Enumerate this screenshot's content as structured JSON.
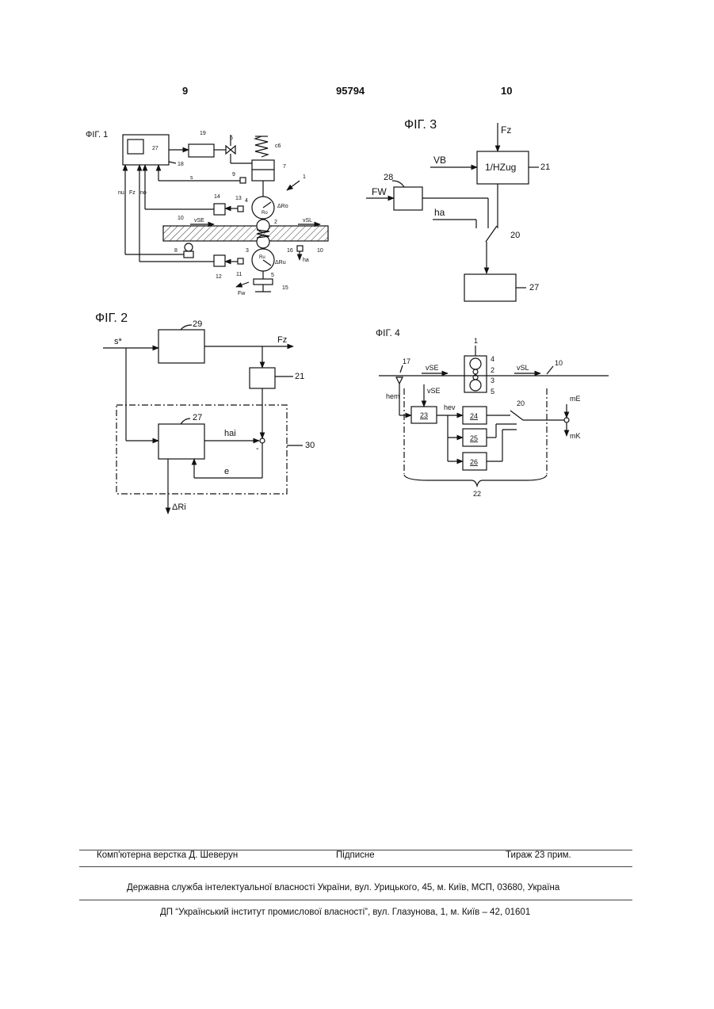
{
  "header": {
    "left_page": "9",
    "patent_number": "95794",
    "right_page": "10"
  },
  "figures": {
    "fig1": {
      "title": "ФІГ. 1",
      "labels": [
        "27",
        "19",
        "6",
        "c6",
        "18",
        "7",
        "9",
        "s",
        "1",
        "14",
        "13",
        "4",
        "ΔRo",
        "Ro",
        "nu",
        "Fz",
        "no",
        "10",
        "vSE",
        "2",
        "vSL",
        "8",
        "3",
        "16",
        "ha",
        "10",
        "Ru",
        "ΔRu",
        "12",
        "11",
        "5",
        "Fw",
        "15"
      ]
    },
    "fig2": {
      "title": "ФІГ. 2",
      "labels": {
        "input": "s*",
        "block_top": "29",
        "output": "Fz",
        "block_21": "21",
        "block_27": "27",
        "hai": "hai",
        "minus": "-",
        "e": "e",
        "loop": "30",
        "out": "ΔRi"
      }
    },
    "fig3": {
      "title": "ФІГ. 3",
      "labels": {
        "fz": "Fz",
        "vb": "VB",
        "block": "1/HZug",
        "block_num": "21",
        "block_28": "28",
        "fw": "FW",
        "ha": "ha",
        "switch": "20",
        "block_27": "27"
      }
    },
    "fig4": {
      "title": "ФІГ. 4",
      "labels": {
        "n1": "1",
        "n17": "17",
        "vse": "vSE",
        "vsl": "vSL",
        "n10": "10",
        "n4": "4",
        "n2": "2",
        "n3": "3",
        "n5": "5",
        "hem": "hem",
        "vse2": "vSE",
        "b23": "23",
        "hev": "hev",
        "b24": "24",
        "n20": "20",
        "me": "mE",
        "mk": "mK",
        "b25": "25",
        "b26": "26",
        "n22": "22"
      }
    }
  },
  "footer": {
    "typesetter": "Комп'ютерна верстка Д. Шеверун",
    "signed": "Підписне",
    "circulation": "Тираж 23 прим.",
    "office": "Державна служба інтелектуальної власності України, вул. Урицького, 45, м. Київ, МСП, 03680, Україна",
    "institute": "ДП “Український інститут промислової власності”, вул. Глазунова, 1, м. Київ – 42, 01601"
  }
}
